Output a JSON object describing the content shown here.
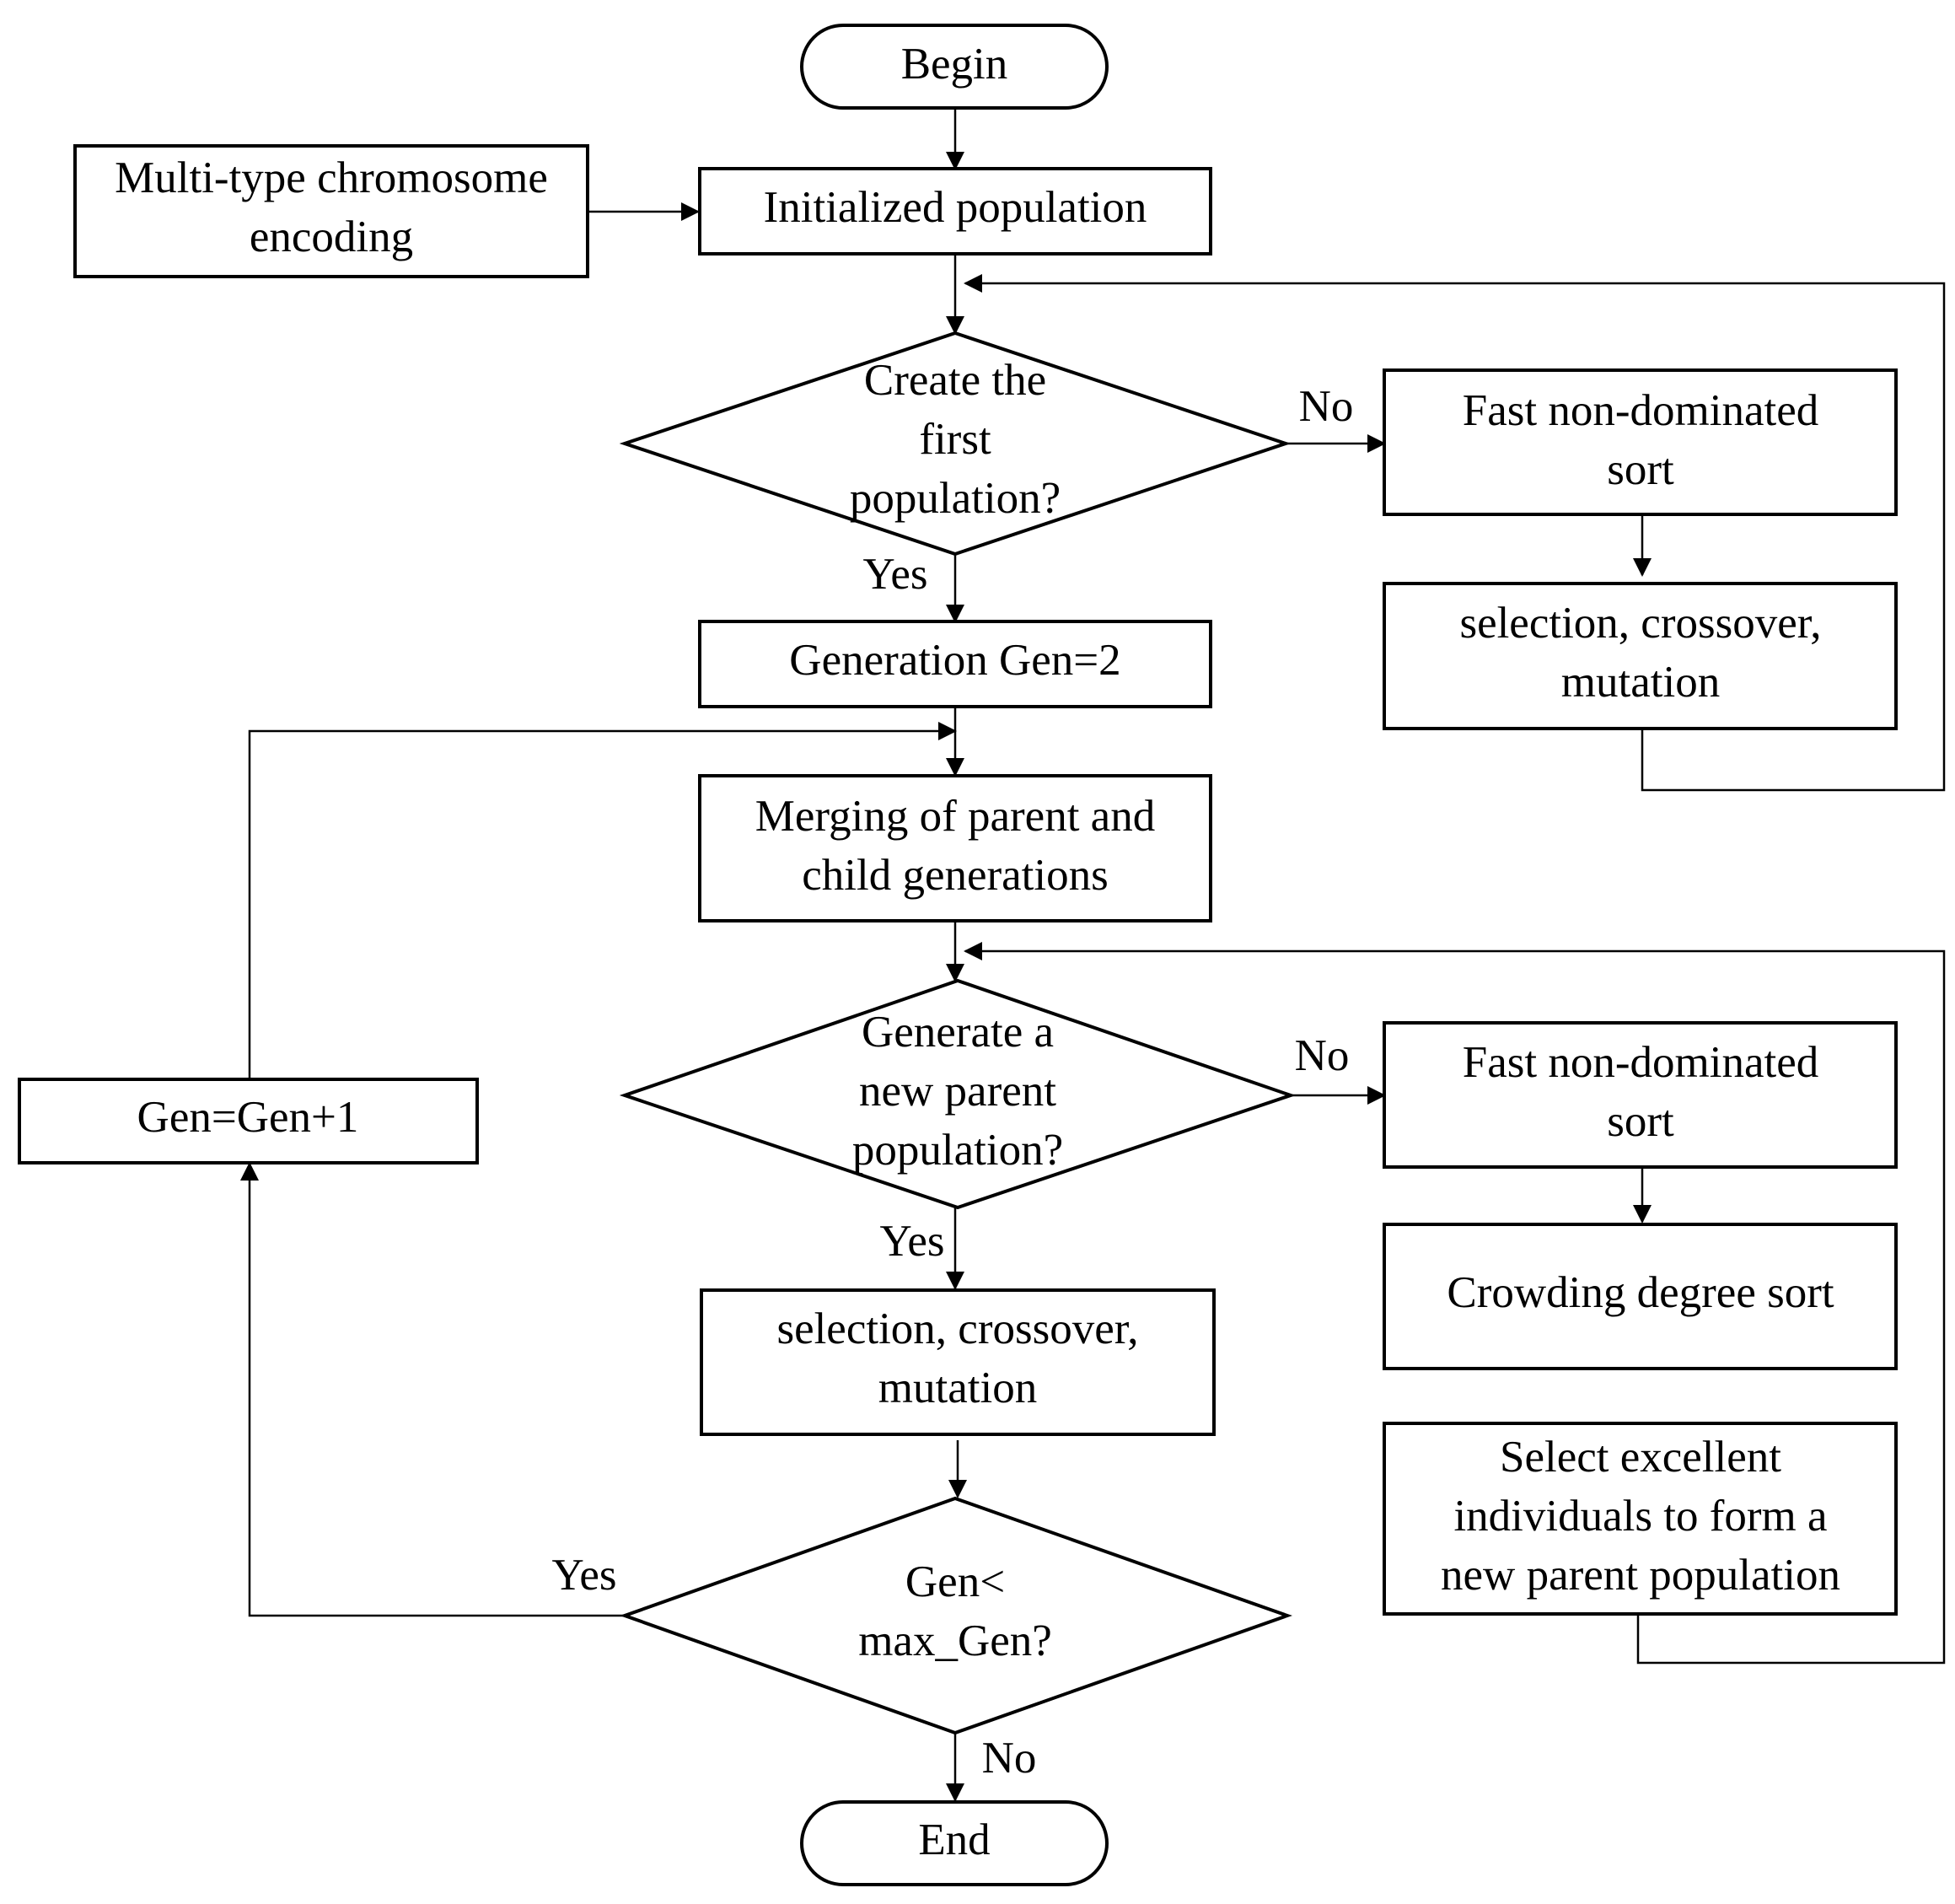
{
  "nodes": {
    "begin": {
      "label": "Begin"
    },
    "encoding": {
      "label": "Multi-type chromosome encoding"
    },
    "init": {
      "label": "Initialized population"
    },
    "decision_first": {
      "label": "Create the first population?"
    },
    "fast_sort_1": {
      "label": "Fast non-dominated sort"
    },
    "sel_1": {
      "label": "selection, crossover, mutation"
    },
    "gen2": {
      "label": "Generation Gen=2"
    },
    "merge": {
      "label": "Merging of parent and child generations"
    },
    "decision_parent": {
      "label": "Generate a new parent population?"
    },
    "fast_sort_2": {
      "label": "Fast non-dominated sort"
    },
    "crowding": {
      "label": "Crowding degree sort"
    },
    "select_excellent": {
      "label": "Select excellent individuals to form a new parent population"
    },
    "sel_2": {
      "label": "selection, crossover, mutation"
    },
    "gen_inc": {
      "label": "Gen=Gen+1"
    },
    "decision_gen": {
      "label": "Gen< max_Gen?"
    },
    "end": {
      "label": "End"
    }
  },
  "edge_labels": {
    "no_1": "No",
    "yes_1": "Yes",
    "no_2": "No",
    "yes_2": "Yes",
    "yes_3": "Yes",
    "no_3": "No"
  }
}
